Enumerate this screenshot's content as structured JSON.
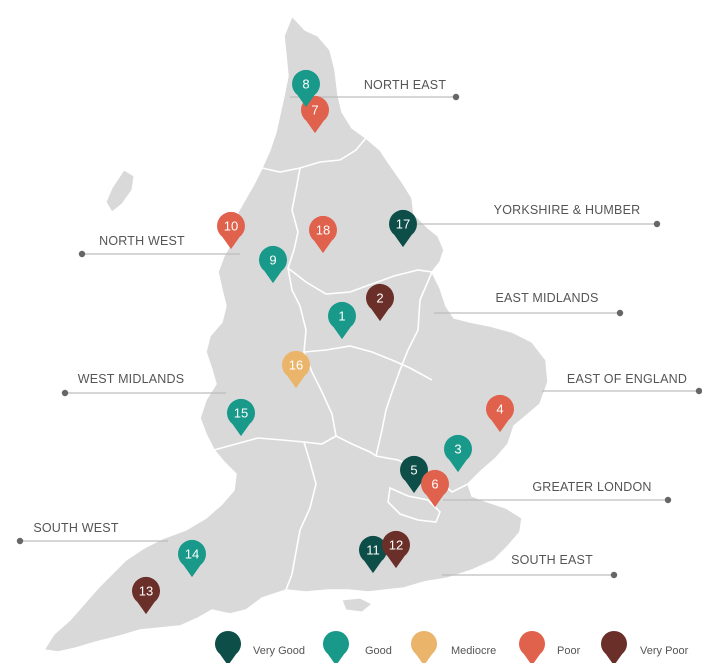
{
  "colors": {
    "very_good": "#0d4f48",
    "good": "#18998a",
    "mediocre": "#eab56b",
    "poor": "#e0624c",
    "very_poor": "#6b2f2a",
    "land": "#d9d9d9"
  },
  "regions": [
    {
      "id": "north-east",
      "label": "NORTH EAST"
    },
    {
      "id": "yorkshire-humber",
      "label": "YORKSHIRE & HUMBER"
    },
    {
      "id": "north-west",
      "label": "NORTH WEST"
    },
    {
      "id": "east-midlands",
      "label": "EAST MIDLANDS"
    },
    {
      "id": "west-midlands",
      "label": "WEST MIDLANDS"
    },
    {
      "id": "east-of-england",
      "label": "EAST OF ENGLAND"
    },
    {
      "id": "greater-london",
      "label": "GREATER LONDON"
    },
    {
      "id": "south-west",
      "label": "SOUTH WEST"
    },
    {
      "id": "south-east",
      "label": "SOUTH EAST"
    }
  ],
  "markers": [
    {
      "number": "1",
      "rating": "good"
    },
    {
      "number": "2",
      "rating": "very_poor"
    },
    {
      "number": "3",
      "rating": "good"
    },
    {
      "number": "4",
      "rating": "poor"
    },
    {
      "number": "5",
      "rating": "very_good"
    },
    {
      "number": "6",
      "rating": "poor"
    },
    {
      "number": "7",
      "rating": "poor"
    },
    {
      "number": "8",
      "rating": "good"
    },
    {
      "number": "9",
      "rating": "good"
    },
    {
      "number": "10",
      "rating": "poor"
    },
    {
      "number": "11",
      "rating": "very_good"
    },
    {
      "number": "12",
      "rating": "very_poor"
    },
    {
      "number": "13",
      "rating": "very_poor"
    },
    {
      "number": "14",
      "rating": "good"
    },
    {
      "number": "15",
      "rating": "good"
    },
    {
      "number": "16",
      "rating": "mediocre"
    },
    {
      "number": "17",
      "rating": "very_good"
    },
    {
      "number": "18",
      "rating": "poor"
    }
  ],
  "legend": [
    {
      "rating": "very_good",
      "label": "Very Good"
    },
    {
      "rating": "good",
      "label": "Good"
    },
    {
      "rating": "mediocre",
      "label": "Mediocre"
    },
    {
      "rating": "poor",
      "label": "Poor"
    },
    {
      "rating": "very_poor",
      "label": "Very Poor"
    }
  ]
}
